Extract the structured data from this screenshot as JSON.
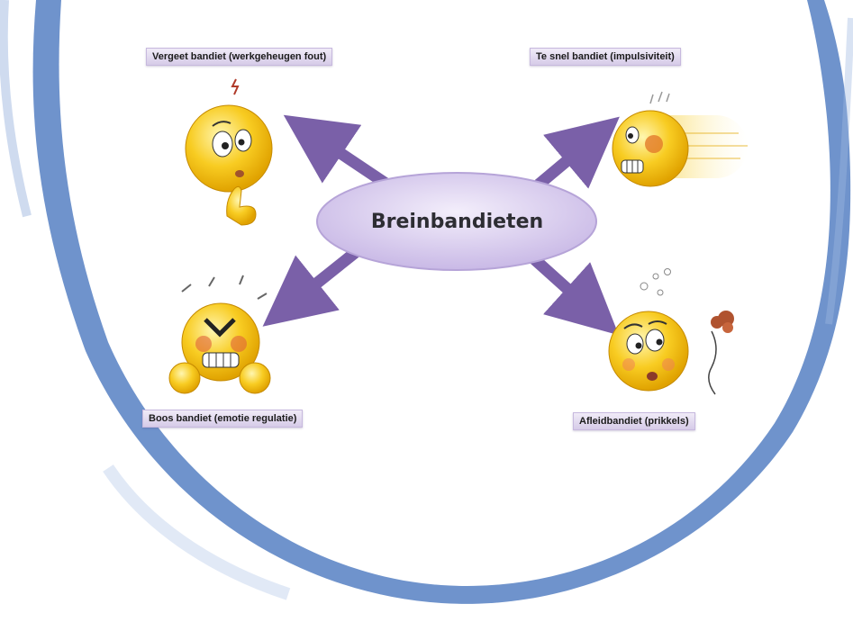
{
  "diagram": {
    "center_label": "Breinbandieten",
    "nodes": [
      {
        "id": "top-left",
        "label": "Vergeet bandiet (werkgeheugen fout)"
      },
      {
        "id": "top-right",
        "label": "Te snel bandiet (impulsiviteit)"
      },
      {
        "id": "bottom-left",
        "label": "Boos bandiet (emotie regulatie)"
      },
      {
        "id": "bottom-right",
        "label": "Afleidbandiet (prikkels)"
      }
    ]
  },
  "colors": {
    "frame_blue": "#7a9cd0",
    "arrow_purple": "#7a60a8",
    "ellipse_fill": "#d9cdee",
    "smiley_yellow": "#f6c51a",
    "label_bg": "#e4dbf1"
  },
  "icons": [
    "thinking-smiley-icon",
    "speeding-smiley-icon",
    "angry-smiley-icon",
    "distracted-smiley-icon"
  ]
}
